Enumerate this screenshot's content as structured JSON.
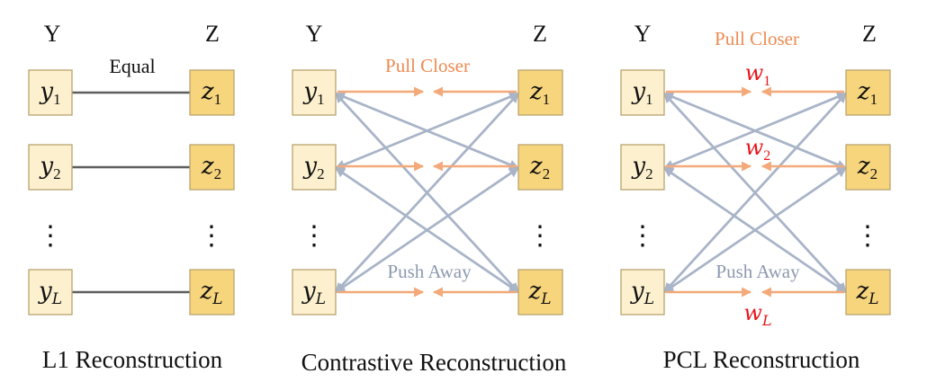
{
  "colors": {
    "box_y_fill": "#fdf0cf",
    "box_z_fill": "#f7d57c",
    "box_stroke": "#b9a46e",
    "pull_arrow": "#f3a979",
    "push_arrow": "#a9b4c8",
    "equal_line": "#5e5e5e",
    "pull_text": "#ec8b52",
    "push_text": "#8d99b0",
    "weight_text": "#e8141b",
    "text": "#111111"
  },
  "panels": [
    {
      "y_header": "Y",
      "z_header": "Z",
      "caption": "L1 Reconstruction",
      "equal_label": "Equal",
      "y_rows": [
        {
          "b": "y",
          "s": "1"
        },
        {
          "b": "y",
          "s": "2"
        },
        {
          "b": "y",
          "s": "L"
        }
      ],
      "z_rows": [
        {
          "b": "z",
          "s": "1"
        },
        {
          "b": "z",
          "s": "2"
        },
        {
          "b": "z",
          "s": "L"
        }
      ],
      "ellipsis": "⋮"
    },
    {
      "y_header": "Y",
      "z_header": "Z",
      "caption": "Contrastive Reconstruction",
      "pull_label": "Pull Closer",
      "push_label": "Push Away",
      "y_rows": [
        {
          "b": "y",
          "s": "1"
        },
        {
          "b": "y",
          "s": "2"
        },
        {
          "b": "y",
          "s": "L"
        }
      ],
      "z_rows": [
        {
          "b": "z",
          "s": "1"
        },
        {
          "b": "z",
          "s": "2"
        },
        {
          "b": "z",
          "s": "L"
        }
      ],
      "ellipsis": "⋮"
    },
    {
      "y_header": "Y",
      "z_header": "Z",
      "caption": "PCL Reconstruction",
      "pull_label": "Pull Closer",
      "push_label": "Push Away",
      "weights": [
        {
          "b": "w",
          "s": "1"
        },
        {
          "b": "w",
          "s": "2"
        },
        {
          "b": "w",
          "s": "L"
        }
      ],
      "y_rows": [
        {
          "b": "y",
          "s": "1"
        },
        {
          "b": "y",
          "s": "2"
        },
        {
          "b": "y",
          "s": "L"
        }
      ],
      "z_rows": [
        {
          "b": "z",
          "s": "1"
        },
        {
          "b": "z",
          "s": "2"
        },
        {
          "b": "z",
          "s": "L"
        }
      ],
      "ellipsis": "⋮"
    }
  ]
}
